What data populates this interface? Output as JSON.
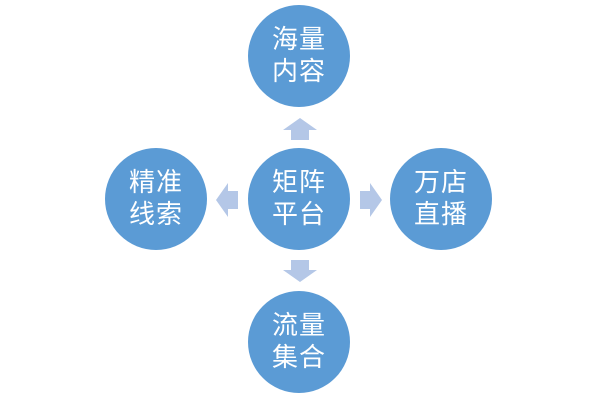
{
  "diagram": {
    "center": {
      "line1": "矩阵",
      "line2": "平台"
    },
    "top": {
      "line1": "海量",
      "line2": "内容"
    },
    "right": {
      "line1": "万店",
      "line2": "直播"
    },
    "bottom": {
      "line1": "流量",
      "line2": "集合"
    },
    "left": {
      "line1": "精准",
      "line2": "线索"
    }
  },
  "colors": {
    "node_fill": "#5b9bd5",
    "node_text": "#ffffff",
    "arrow_fill": "#b4c7e7",
    "background": "#ffffff"
  }
}
